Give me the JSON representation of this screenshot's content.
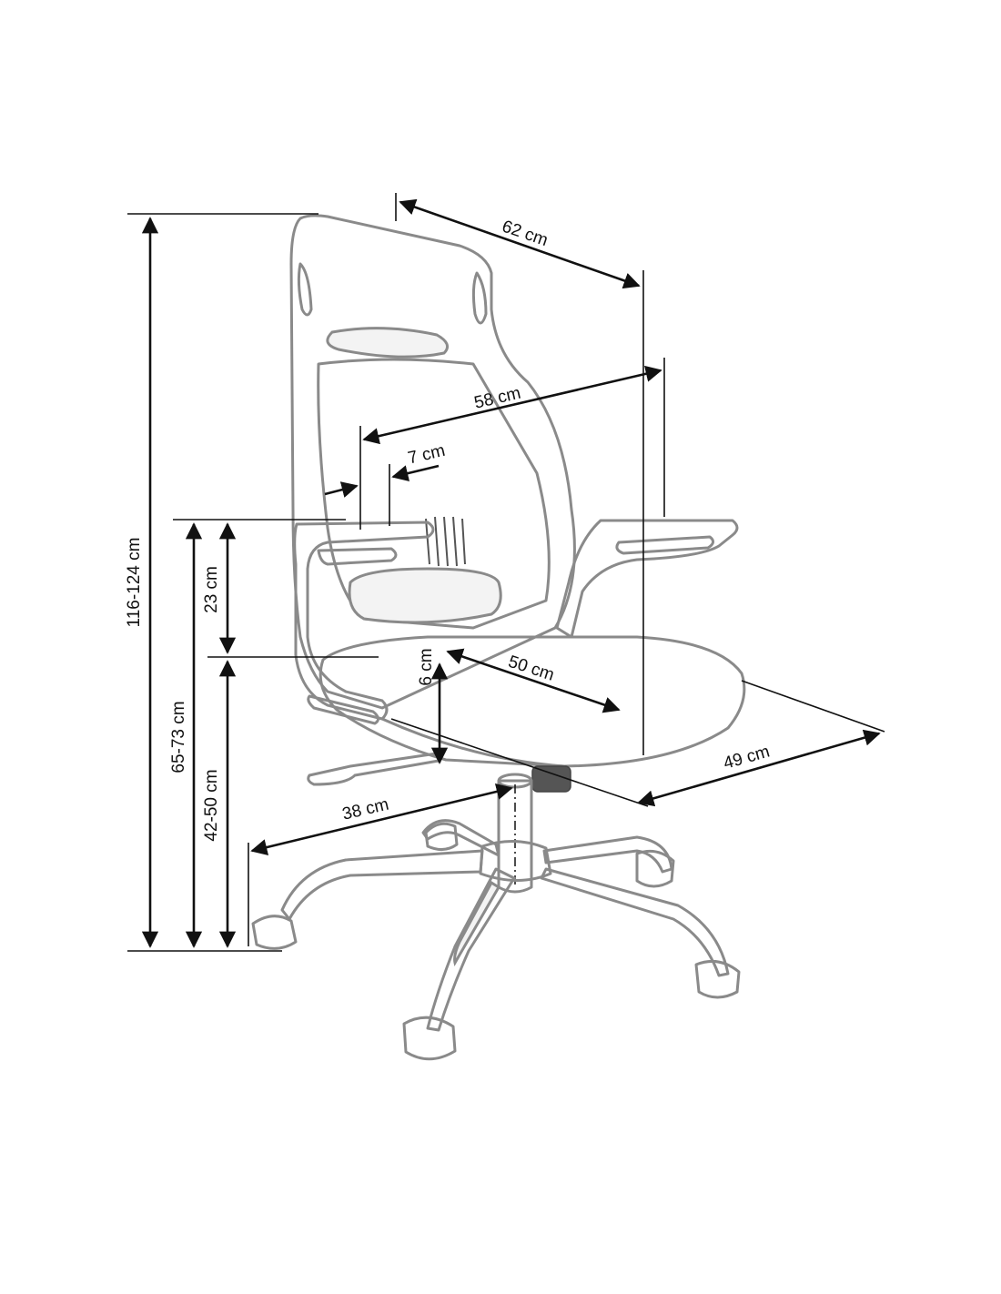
{
  "dimensions": {
    "total_height": "116-124 cm",
    "armrest_height": "65-73 cm",
    "seat_height": "42-50 cm",
    "armrest_to_seat": "23 cm",
    "seat_thickness": "6 cm",
    "backrest_width": "62 cm",
    "overall_width": "58 cm",
    "armrest_width": "7 cm",
    "seat_depth": "50 cm",
    "seat_width": "49 cm",
    "base_radius": "38 cm"
  },
  "colors": {
    "outline": "#8a8a8a",
    "dimension_line": "#111111",
    "background": "#ffffff"
  }
}
